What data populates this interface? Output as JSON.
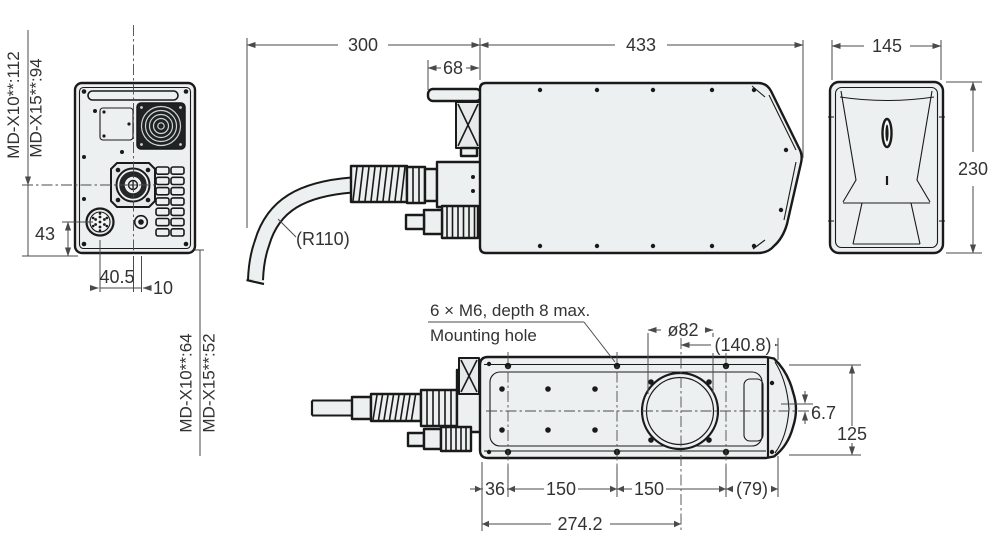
{
  "rear": {
    "dim_height_x10": "MD-X10**:112",
    "dim_height_x15": "MD-X15**:94",
    "dim_43": "43",
    "dim_40_5": "40.5",
    "dim_10": "10",
    "dim_offset_x10": "MD-X10**:64",
    "dim_offset_x15": "MD-X15**:52"
  },
  "side": {
    "dim_300": "300",
    "dim_68": "68",
    "dim_433": "433",
    "cable_radius": "(R110)"
  },
  "front": {
    "dim_145": "145",
    "dim_230": "230"
  },
  "bottom": {
    "note_line1": "6 × M6, depth 8 max.",
    "note_line2": "Mounting hole",
    "dim_dia": "ø82",
    "dim_140_8": "(140.8)",
    "dim_6_7": "6.7",
    "dim_125": "125",
    "dim_36": "36",
    "dim_150_a": "150",
    "dim_150_b": "150",
    "dim_79": "(79)",
    "dim_274_2": "274.2"
  },
  "colors": {
    "outline": "#1a1a1a",
    "dimension": "#4a4a4a",
    "text": "#333333",
    "body_fill": "#edf0f0",
    "background": "#ffffff"
  }
}
